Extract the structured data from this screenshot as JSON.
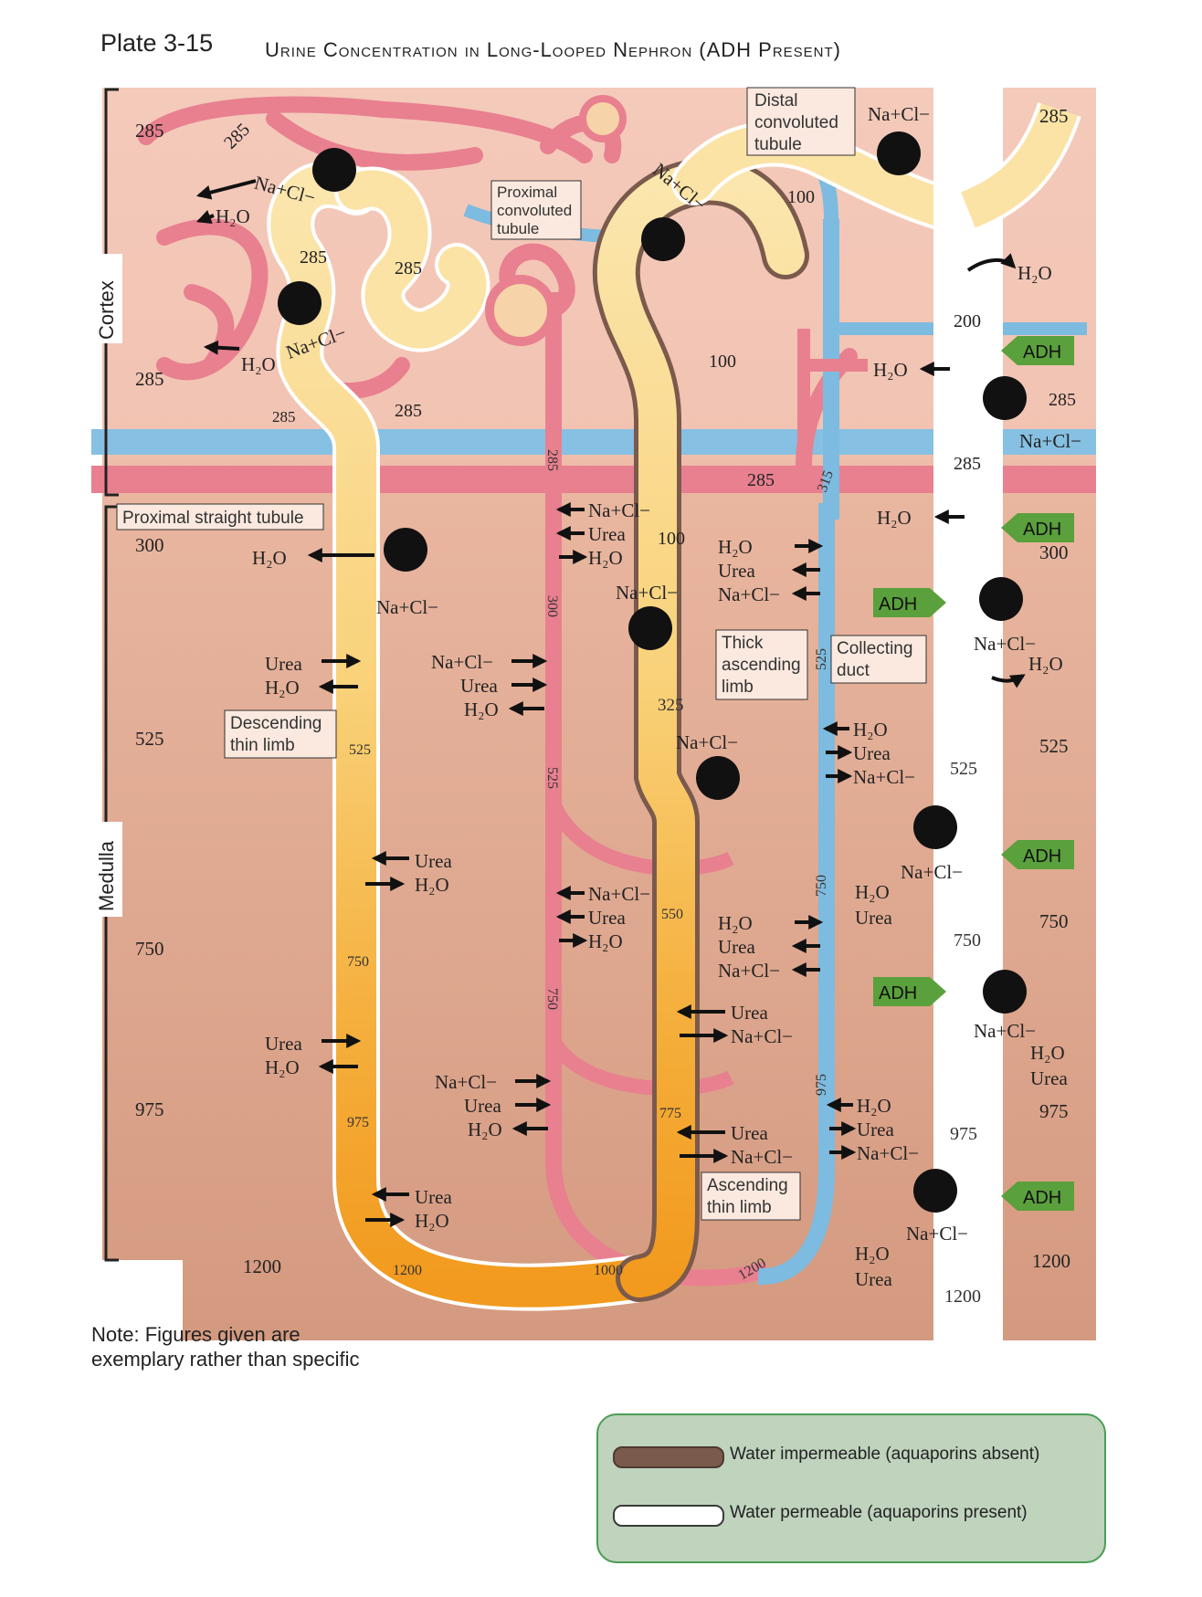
{
  "plate": "Plate 3-15",
  "title": "Urine Concentration in Long-Looped Nephron (ADH Present)",
  "note": "Note: Figures given are\nexemplary rather than specific",
  "legend": {
    "impermeable": "Water impermeable (aquaporins absent)",
    "permeable": "Water permeable (aquaporins present)"
  },
  "colors": {
    "cortex": "#f4c9b8",
    "medulla_top": "#f0c2ae",
    "medulla_bottom": "#d9a48c",
    "vessel_red": "#e8808f",
    "vessel_blue": "#7dbbe0",
    "tubule_light": "#fbe3a6",
    "tubule_dark": "#f4a028",
    "impermeable_wall": "#7a5a4c",
    "adh_green": "#5aa03c",
    "legend_bg": "#bfd3bd"
  },
  "diagram": {
    "regions": {
      "cortex": "Cortex",
      "medulla": "Medulla"
    },
    "boxes": {
      "dct": [
        "Distal",
        "convoluted",
        "tubule"
      ],
      "pct": [
        "Proximal",
        "convoluted",
        "tubule"
      ],
      "pst": [
        "Proximal straight tubule"
      ],
      "dtl": [
        "Descending",
        "thin limb"
      ],
      "tal": [
        "Thick",
        "ascending",
        "limb"
      ],
      "cd": [
        "Collecting",
        "duct"
      ],
      "atl": [
        "Ascending",
        "thin limb"
      ]
    },
    "adh": "ADH",
    "left_osm": [
      "285",
      "285",
      "300",
      "525",
      "750",
      "975",
      "1200"
    ],
    "right_osm": [
      "285",
      "300",
      "525",
      "750",
      "975",
      "1200"
    ],
    "cortex_labels": {
      "a": "285",
      "b": "285",
      "c": "285",
      "d": "285",
      "e": "285",
      "loop_top": "100",
      "tal_top": "100",
      "tal_mid": "100",
      "cd_200": "200",
      "cd_285a": "285",
      "cd_285b": "285",
      "vr_285": "285"
    },
    "tubule_nums": {
      "dtl_525": "525",
      "dtl_750": "750",
      "dtl_975": "975",
      "dtl_1200": "1200",
      "tal_325": "325",
      "tal_550": "550",
      "tal_775": "775",
      "tal_1000": "1000",
      "cd_525": "525",
      "cd_750": "750",
      "cd_975": "975",
      "cd_1200": "1200"
    },
    "vessel_nums": {
      "red_285": "285",
      "red_300": "300",
      "red_525": "525",
      "red_750": "750",
      "blue_315": "315",
      "blue_525": "525",
      "blue_750": "750",
      "blue_975": "975",
      "blue_1200": "1200"
    },
    "flux": {
      "nacl": "Na+Cl−",
      "urea": "Urea",
      "h2o": "H₂O"
    }
  }
}
